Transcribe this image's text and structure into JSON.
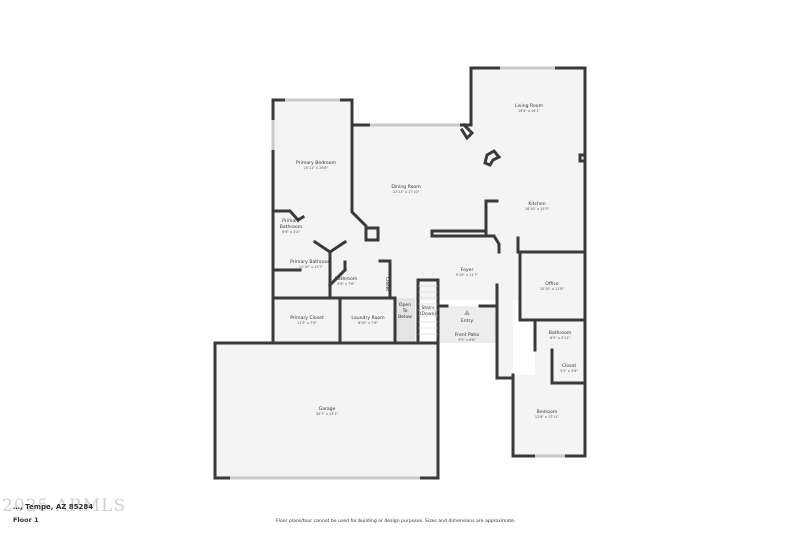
{
  "rooms": {
    "living_room": {
      "name": "Living Room",
      "dim": "19'4\" x 16'1\""
    },
    "primary_bedroom": {
      "name": "Primary Bedroom",
      "dim": "15'11\" x 26'8\""
    },
    "dining_room": {
      "name": "Dining Room",
      "dim": "22'11\" x 17'10\""
    },
    "kitchen": {
      "name": "Kitchen",
      "dim": "16'10\" x 15'3\""
    },
    "primary_bathroom_small": {
      "name_1": "Primary",
      "name_2": "Bathroom",
      "dim": "6'6\" x 5'4\""
    },
    "primary_bathroom": {
      "name": "Primary Bathroom",
      "dim": "11'10\" x 12'7\""
    },
    "bathroom_1": {
      "name": "Bathroom",
      "dim": "4'8\" x 7'6\""
    },
    "closet_1": {
      "name": "Closet"
    },
    "foyer": {
      "name": "Foyer",
      "dim": "9'10\" x 11'7\""
    },
    "office": {
      "name": "Office",
      "dim": "10'10\" x 11'8\""
    },
    "primary_closet": {
      "name": "Primary Closet",
      "dim": "11'3\" x 7'6\""
    },
    "laundry_room": {
      "name": "Laundry Room",
      "dim": "8'10\" x 7'6\""
    },
    "open_to_below": {
      "line_1": "Open",
      "line_2": "To",
      "line_3": "Below"
    },
    "stairs": {
      "line_1": "Stairs",
      "line_2": "(Down)"
    },
    "entry": {
      "name": "Entry"
    },
    "front_patio": {
      "name": "Front Patio",
      "dim": "9'5\" x 6'8\""
    },
    "bathroom_2": {
      "name": "Bathroom",
      "dim": "8'5\" x 4'11\""
    },
    "closet_2": {
      "name": "Closet",
      "dim": "3'2\" x 3'6\""
    },
    "garage": {
      "name": "Garage",
      "dim": "30'7\" x 23'1\""
    },
    "bedroom": {
      "name": "Bedroom",
      "dim": "12'6\" x 17'11\""
    }
  },
  "footer": {
    "address": "…, Tempe, AZ 85284",
    "watermark": "2025 ARMLS",
    "floor": "Floor 1",
    "disclaimer": "Floor plans/tour cannot be used for building or design purposes. Sizes and dimensions are approximate."
  }
}
